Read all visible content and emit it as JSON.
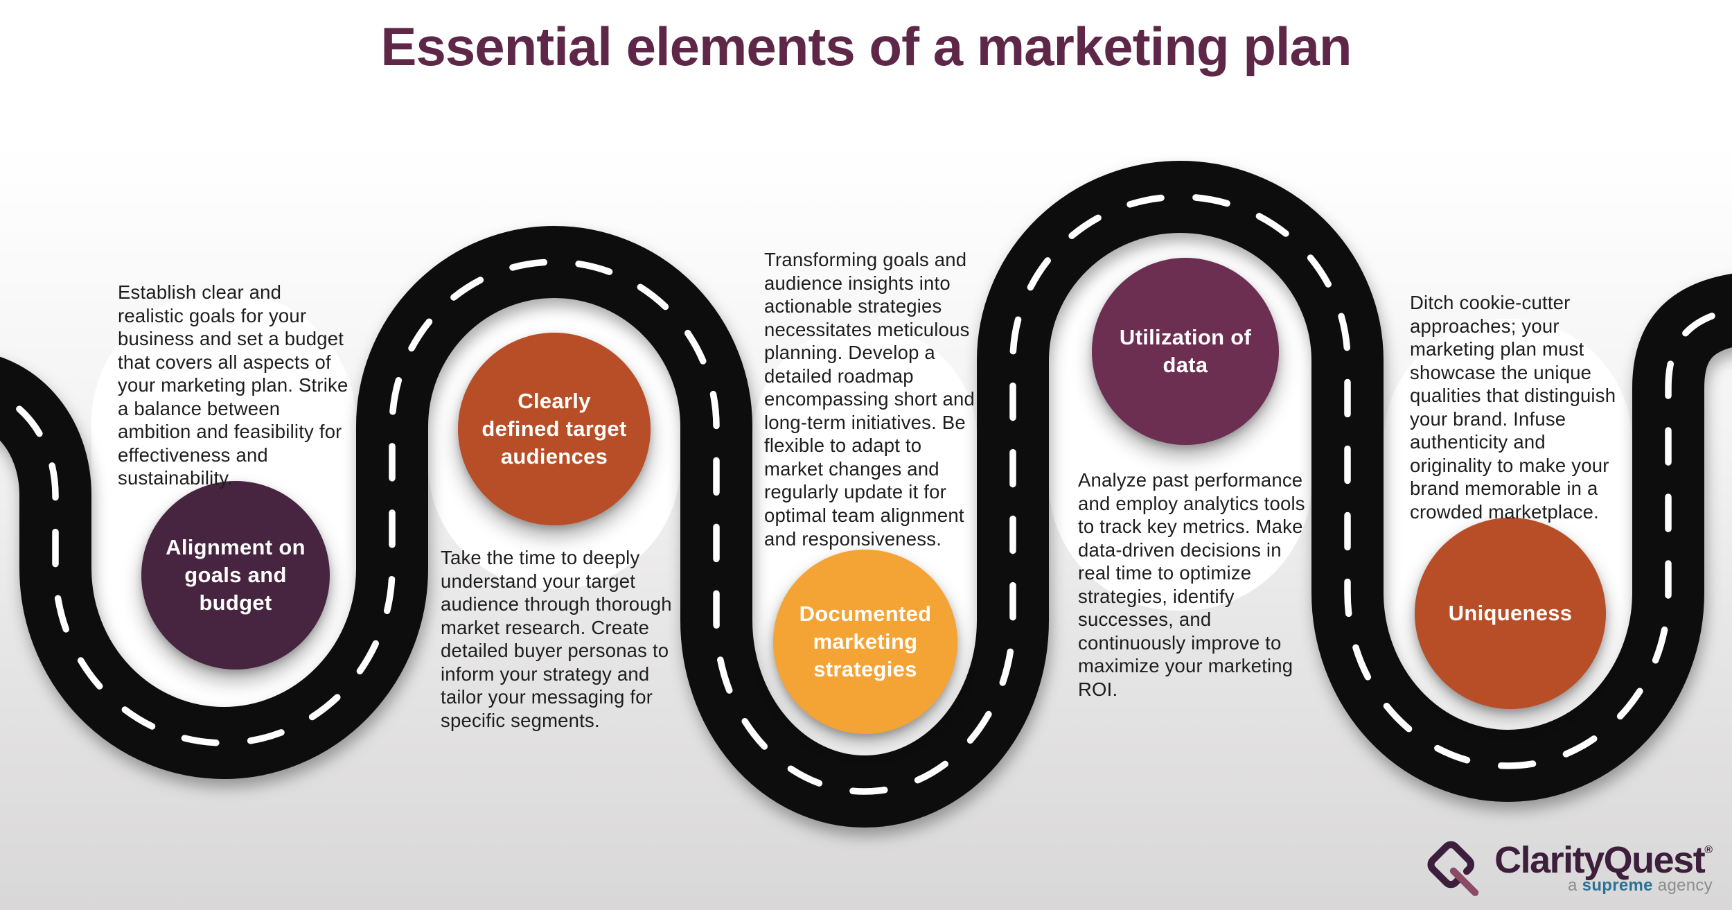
{
  "title": "Essential elements of a marketing plan",
  "milestones": [
    {
      "label": "Alignment on goals and budget",
      "color": "#472440",
      "description": "Establish clear and realistic goals for your business and set a budget that covers all aspects of your marketing plan. Strike a balance between ambition and feasibility for effectiveness and sustainability."
    },
    {
      "label": "Clearly defined target audiences",
      "color": "#b84e27",
      "description": "Take the time to deeply understand your target audience through thorough market research. Create detailed buyer personas to inform your strategy and tailor your messaging for specific segments."
    },
    {
      "label": "Documented marketing strategies",
      "color": "#f4a335",
      "description": "Transforming goals and audience insights into actionable strategies necessitates meticulous planning. Develop a detailed roadmap encompassing short and long-term initiatives. Be flexible to adapt to market changes and regularly update it for optimal team alignment and responsiveness."
    },
    {
      "label": "Utilization of data",
      "color": "#6c2e51",
      "description": "Analyze past performance and employ analytics tools to track key metrics. Make data-driven decisions in real time to optimize strategies, identify successes, and continuously improve to maximize your marketing ROI."
    },
    {
      "label": "Uniqueness",
      "color": "#b84e27",
      "description": "Ditch cookie-cutter approaches; your marketing plan must showcase the unique qualities that distinguish your brand. Infuse authenticity and originality to make your brand memorable in a crowded marketplace."
    }
  ],
  "road": {
    "color": "#0a0a0a",
    "dash_color": "#ffffff"
  },
  "logo": {
    "brand": "ClarityQuest",
    "registered": "®",
    "tagline_a": "a",
    "tagline_supreme": "supreme",
    "tagline_agency": "agency"
  }
}
